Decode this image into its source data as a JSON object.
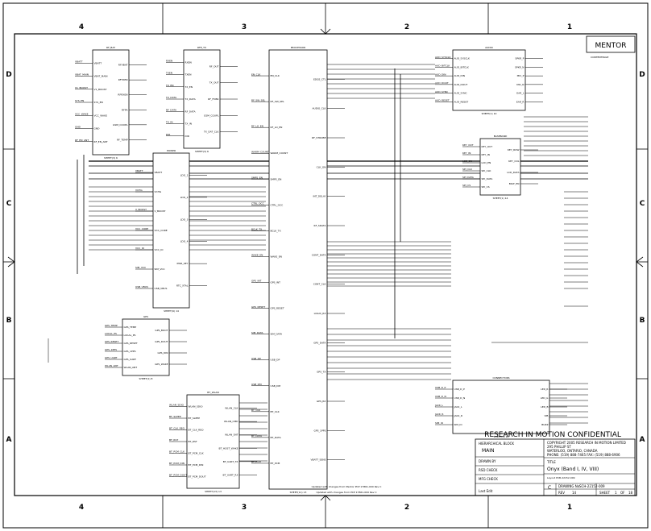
{
  "frame": {
    "columns": [
      "4",
      "3",
      "2",
      "1"
    ],
    "rows": [
      "D",
      "C",
      "B",
      "A"
    ]
  },
  "header": {
    "logo": "MENTOR",
    "contents_label": "CONTENTPAGE"
  },
  "blocks": [
    {
      "title": "RF_BAT",
      "sheet": "SHEET(3) 6",
      "pins_left": [
        "VBATT",
        "VBAT_MAIN",
        "V1_BOOST",
        "SYS_EN",
        "VCC_WAKE",
        "GND",
        "RF_EN_ANT"
      ],
      "pins_right": [
        "RFVBAT",
        "RFTXEN",
        "RFRXEN",
        "RFPA",
        "GSM_COUPL",
        "RF_TEMP"
      ]
    },
    {
      "title": "RFE_TX",
      "sheet": "SHEET(3) 6",
      "pins_left": [
        "RXEN",
        "TXEN",
        "TX_EN",
        "TX_DATA",
        "RF_DATA",
        "TX_IN",
        "DIR"
      ],
      "pins_right": [
        "RF_OUT",
        "TX_OUT",
        "RF_FDBK",
        "GSM_COUPL",
        "TX_DAT_CLK"
      ]
    },
    {
      "title": "PROCESSOR",
      "sheet": "SHEET(11) 13",
      "pins_left": [
        "EN_CLK",
        "RF_SW_SEL",
        "RF_LO_EN",
        "WARM_COUNT",
        "SMPS_EN",
        "CTRL_OCC",
        "BCLK_TX",
        "WAKE_EN",
        "GPS_INT",
        "GPS_RESET",
        "SIM_DATA",
        "USB_DP",
        "USB_DM",
        "BT_CLK",
        "BT_DATA",
        "BT_PCM"
      ],
      "pins_right": [
        "EDGE_CTL",
        "AUDIO_CLK",
        "RF_STROBE",
        "CLK_ON",
        "INT_DELAY",
        "RF_SDATA",
        "CONT_DATA",
        "CONT_CLK",
        "LOGIC_RX",
        "GPS_DATA",
        "GPS_TX",
        "GPS_RX",
        "GPS_1PPS",
        "VBATT_SENS"
      ]
    },
    {
      "title": "AUDIO",
      "sheet": "SHEET(1) 10",
      "pins_left": [
        "AUD_SYSCLK",
        "AUD_BITCLK",
        "AUD_DIN",
        "AUD_DOUT",
        "AUD_SYNC",
        "AUD_RESET"
      ],
      "pins_right": [
        "SPKR_P",
        "SPKR_N",
        "MIC_P",
        "MIC_N",
        "EAR_L",
        "EAR_R"
      ]
    },
    {
      "title": "BASEBAND",
      "sheet": "SHEET(1) 14",
      "pins_left": [
        "KEY_OUT",
        "KEY_IN",
        "LCD_EN",
        "SPI_CLK",
        "SPI_DATA",
        "SPI_CS"
      ],
      "pins_right": [
        "KEY_ROW",
        "KEY_COL",
        "LCD_DATA",
        "BKLT_EN"
      ]
    },
    {
      "title": "GPS",
      "sheet": "SHEET(1) 8",
      "pins_left": [
        "GPS_TEMP",
        "LOCAL_PS",
        "GPS_RESET",
        "GPS_1PPS",
        "GPS_UART",
        "WLAN_ANT"
      ],
      "pins_right": [
        "GPS_BOOT",
        "GPS_DOUT",
        "GPS_DIN",
        "GPS_WAKE"
      ]
    },
    {
      "title": "BT_WLAN",
      "sheet": "SHEET(13) 13",
      "pins_left": [
        "WLAN_SDIO",
        "BT_SLEEP",
        "BT_CLK_REQ",
        "BT_RST",
        "BT_PCM_CLK",
        "BT_PCM_DIN",
        "BT_PCM_DOUT"
      ],
      "pins_right": [
        "WLAN_CLK",
        "WLAN_CMD",
        "WLAN_DAT",
        "BT_HOST_WAKE",
        "BT_UART_TX",
        "BT_UART_RX"
      ]
    },
    {
      "title": "POWER",
      "sheet": "SHEET(9) 14",
      "pins_left": [
        "VBATT",
        "VCHG",
        "V_BOOST",
        "VCC_CORE",
        "VCC_IO",
        "SIM_VCC",
        "USB_VBUS"
      ],
      "pins_right": [
        "LDO_1",
        "LDO_2",
        "LDO_3",
        "LDO_4",
        "PWR_KEY",
        "RTC_XTAL"
      ]
    },
    {
      "title": "CONNECTORS",
      "sheet": "SHEET(4) 18",
      "pins_left": [
        "USB_D_P",
        "USB_D_N",
        "JACK_L",
        "JACK_R",
        "SIM_IO"
      ],
      "pins_right": [
        "LED_R",
        "LED_G",
        "LED_B",
        "VIB",
        "BUZZ"
      ]
    }
  ],
  "notes": {
    "note1": "Updated with changes from Mentor PCP 17861-000 Rev C",
    "note2": "Updated with changes from PCP 17861-000 Rev C"
  },
  "title_block": {
    "confidential": "RESEARCH IN MOTION CONFIDENTIAL",
    "hierarchical_block_label": "HIERARCHICAL BLOCK",
    "hierarchical_block_value": "MAIN",
    "copyright": "COPYRIGHT 2005 RESEARCH IN MOTION LIMITED",
    "address1": "295 PHILLIP ST",
    "address2": "WATERLOO, ONTARIO, CANADA",
    "phone": "PHONE: (519) 888-7465  FAX: (519) 888-6906",
    "drawn_by": "DRAWN BY",
    "rsd_check": "RSD CHECK",
    "mfg_check": "MFG CHECK",
    "title_label": "TITLE",
    "title_value": "Onyx (Band I, IV, VIII)",
    "layout_label": "Layout PCB-22152-009",
    "size": "C",
    "drawing_label": "DRAWING No:",
    "drawing_no": "SCH-22152-009",
    "rev_label": "REV",
    "rev": "14",
    "sheet_label": "SHEET",
    "sheet": "1",
    "of_label": "OF",
    "of": "18",
    "date_label": "Last Edit"
  }
}
